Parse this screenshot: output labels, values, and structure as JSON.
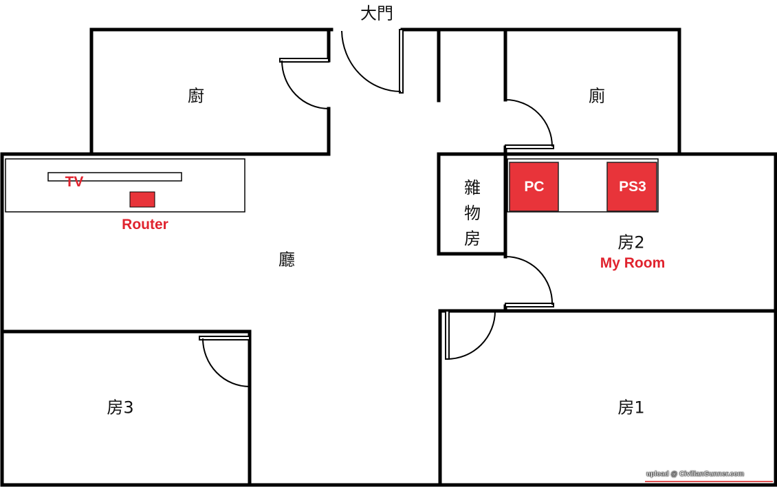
{
  "rooms": {
    "entrance": "大門",
    "kitchen": "廚",
    "toilet": "廁",
    "living_room": "廳",
    "storage": [
      "雜",
      "物",
      "房"
    ],
    "room2": "房2",
    "room2_note": "My Room",
    "room3": "房3",
    "room1": "房1"
  },
  "devices": {
    "tv": "TV",
    "router": "Router",
    "pc": "PC",
    "ps3": "PS3"
  },
  "watermark": "upload @ CivilianGunner.com",
  "colors": {
    "wall": "#000000",
    "device": "#e8343a",
    "note": "#e0232e"
  }
}
